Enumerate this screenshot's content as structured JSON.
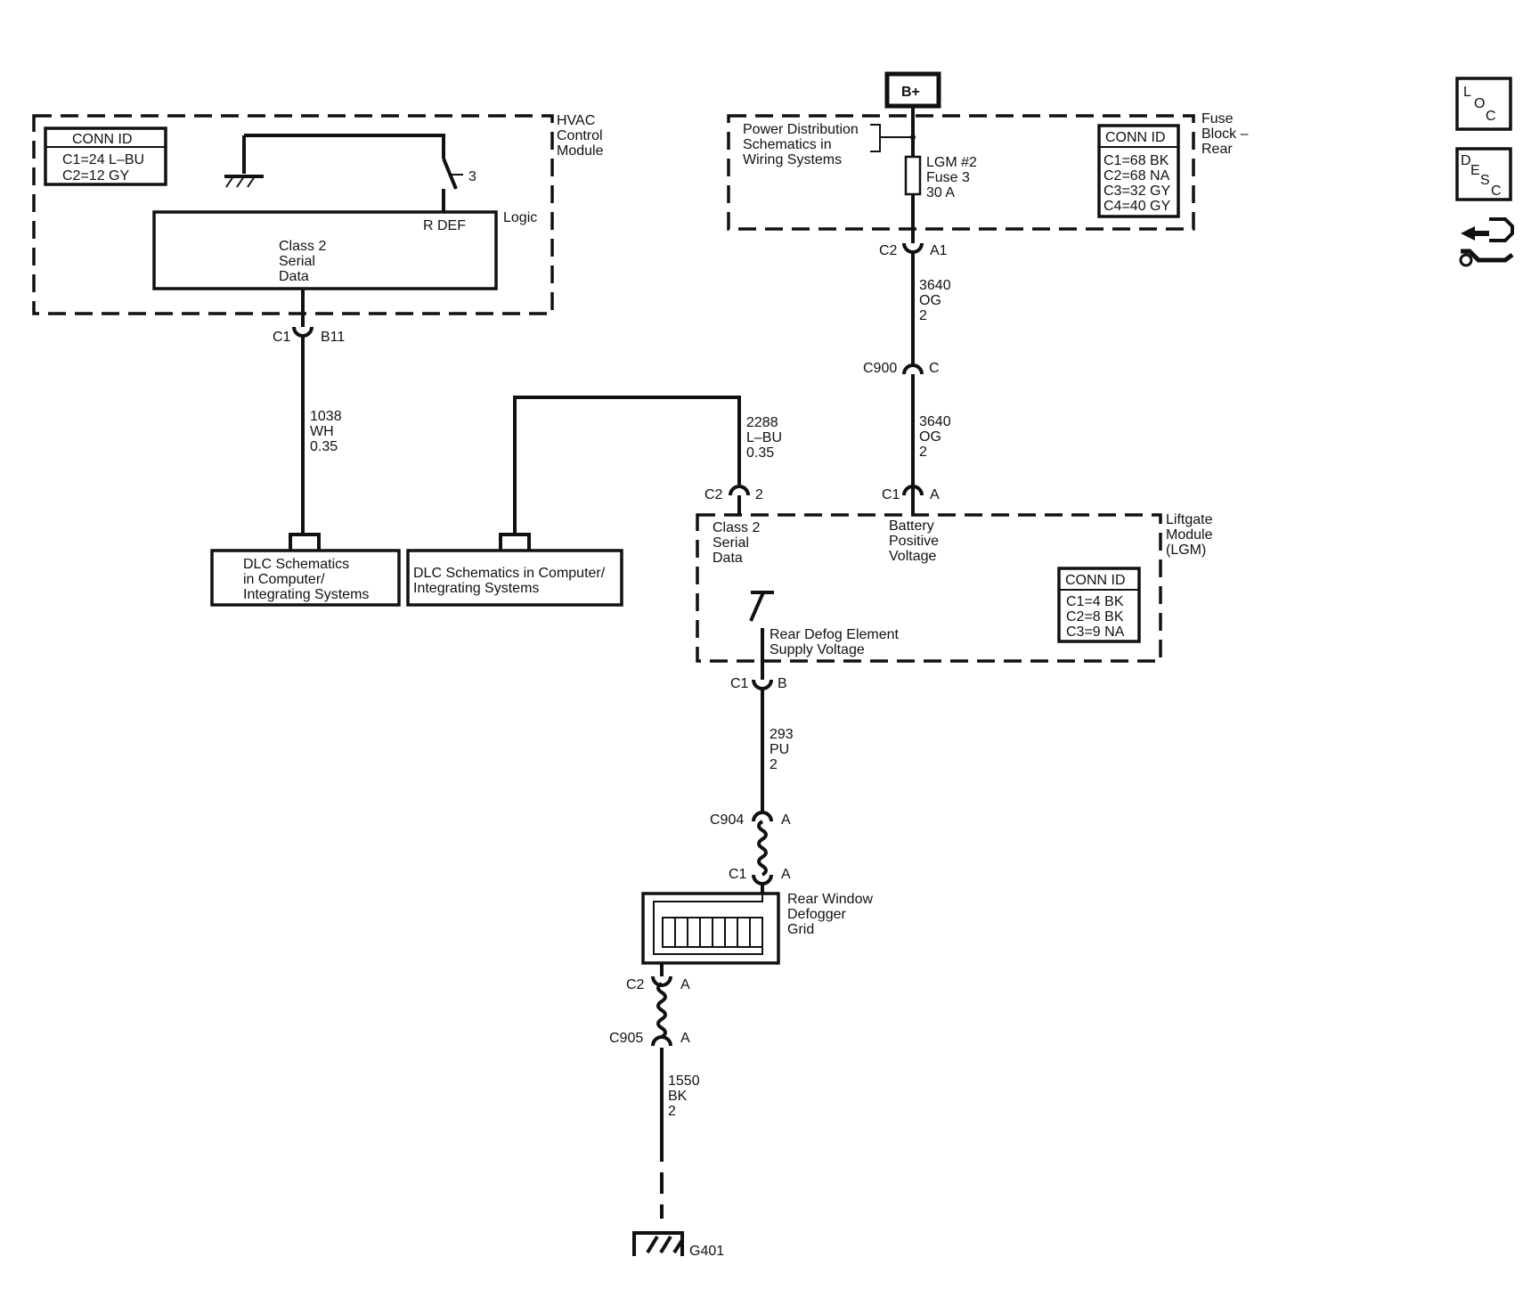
{
  "icons": {
    "loc": {
      "name": "loc-icon",
      "letters": [
        "L",
        "O",
        "C"
      ]
    },
    "desc": {
      "name": "desc-icon",
      "letters": [
        "D",
        "E",
        "S",
        "C"
      ]
    },
    "diag": {
      "name": "diagnostic-tool-icon"
    }
  },
  "power": {
    "bplus": "B+"
  },
  "hvac": {
    "name": [
      "HVAC",
      "Control",
      "Module"
    ],
    "conn_title": "CONN ID",
    "conn": [
      "C1=24 L–BU",
      "C2=12 GY"
    ],
    "logic": "Logic",
    "rdef": "R DEF",
    "switch_pin": "3",
    "serial": [
      "Class 2",
      "Serial",
      "Data"
    ]
  },
  "fuse_block": {
    "name": [
      "Fuse",
      "Block –",
      "Rear"
    ],
    "pd_ref": [
      "Power Distribution",
      "Schematics in",
      "Wiring Systems"
    ],
    "fuse": [
      "LGM #2",
      "Fuse 3",
      "30 A"
    ],
    "conn_title": "CONN ID",
    "conn": [
      "C1=68 BK",
      "C2=68 NA",
      "C3=32 GY",
      "C4=40 GY"
    ]
  },
  "lgm": {
    "name": [
      "Liftgate",
      "Module",
      "(LGM)"
    ],
    "serial": [
      "Class 2",
      "Serial",
      "Data"
    ],
    "battery": [
      "Battery",
      "Positive",
      "Voltage"
    ],
    "defog": [
      "Rear Defog Element",
      "Supply Voltage"
    ],
    "conn_title": "CONN ID",
    "conn": [
      "C1=4 BK",
      "C2=8 BK",
      "C3=9 NA"
    ]
  },
  "dlc": {
    "left": [
      "DLC Schematics",
      "in Computer/",
      "Integrating Systems"
    ],
    "right": [
      "DLC Schematics in Computer/",
      "Integrating Systems"
    ]
  },
  "grid": {
    "name": [
      "Rear Window",
      "Defogger",
      "Grid"
    ]
  },
  "ground": {
    "label": "G401"
  },
  "connectors": {
    "hvac_c1": [
      "C1",
      "B11"
    ],
    "fb_c2": [
      "C2",
      "A1"
    ],
    "c900": [
      "C900",
      "C"
    ],
    "lgm_c2": [
      "C2",
      "2"
    ],
    "lgm_c1a": [
      "C1",
      "A"
    ],
    "lgm_c1b": [
      "C1",
      "B"
    ],
    "c904": [
      "C904",
      "A"
    ],
    "grid_c1": [
      "C1",
      "A"
    ],
    "grid_c2": [
      "C2",
      "A"
    ],
    "c905": [
      "C905",
      "A"
    ]
  },
  "wires": {
    "w1038": [
      "1038",
      "WH",
      "0.35"
    ],
    "w2288": [
      "2288",
      "L–BU",
      "0.35"
    ],
    "w3640a": [
      "3640",
      "OG",
      "2"
    ],
    "w3640b": [
      "3640",
      "OG",
      "2"
    ],
    "w293": [
      "293",
      "PU",
      "2"
    ],
    "w1550": [
      "1550",
      "BK",
      "2"
    ]
  }
}
